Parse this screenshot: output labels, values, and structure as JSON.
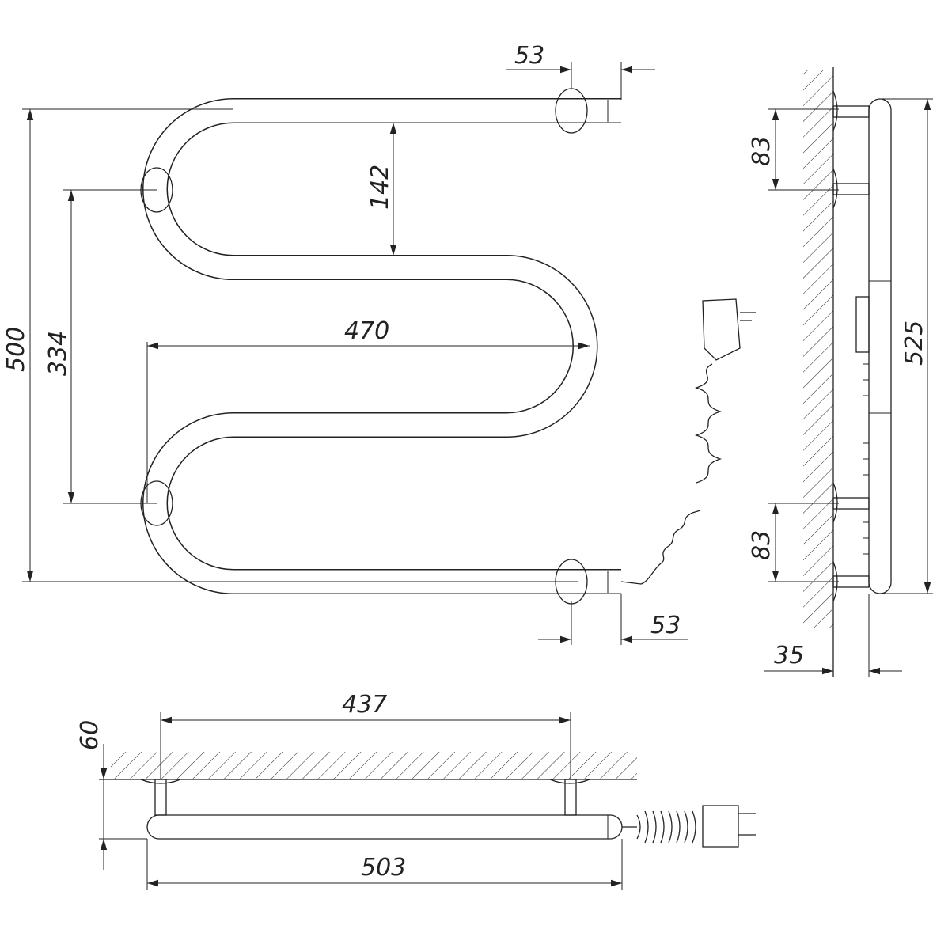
{
  "drawing": {
    "front_view": {
      "dim_top_offset": "53",
      "dim_bend_gap": "142",
      "dim_total_height": "500",
      "dim_mount_spacing": "334",
      "dim_width": "470",
      "dim_bottom_offset": "53"
    },
    "side_view": {
      "dim_top_bracket": "83",
      "dim_bottom_bracket": "83",
      "dim_overall_height": "525",
      "dim_depth": "35"
    },
    "top_view": {
      "dim_mount_distance": "437",
      "dim_wall_distance": "60",
      "dim_overall_length": "503"
    }
  }
}
